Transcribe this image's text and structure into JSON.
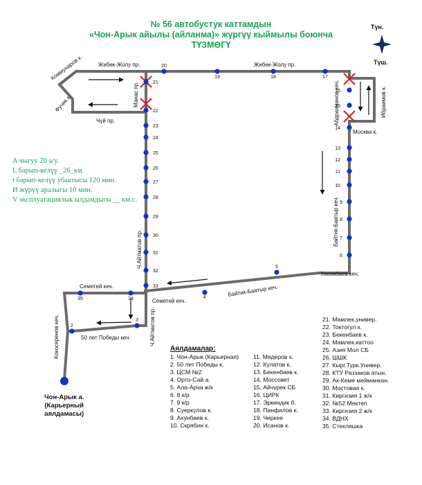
{
  "title": {
    "line1": "№ 56  автобустук каттамдын",
    "line2": "«Чон-Арык айылы (айланма)»  жүргүү кыймылы боюнча",
    "line3": "ТҮЗМӨГҮ"
  },
  "compass": {
    "north": "Түн.",
    "south": "Түш."
  },
  "params": {
    "line1": "A чыгуу 20 а/у.",
    "line2": "L барып-келүү  _26_км.",
    "line3": "t барып-келүү убактысы 120 мин.",
    "line4": "И жүрүү аралыгы  10  мин.",
    "line5": "V эксплуатациялык ылдамдыгы __ км.с."
  },
  "streets": {
    "zhibek_left": "Жибек-Жолу пр.",
    "zhibek_right": "Жибек-Жолу пр.",
    "kommunarov": "Коммунаров к.",
    "fuchik": "Фучик к.",
    "manas": "Манас пр.",
    "chuy": "Чүй пр.",
    "abdrakhmanov": "Абдрахманов кеч.",
    "ibraimov": "Ибраимов к.",
    "moskva": "Москва к.",
    "baytik_vertical": "Байтик-Баатыр кеч.",
    "tokombaev": "Токомбаев кеч.",
    "baytik_diag": "Байтик-Баатыр кеч.",
    "semetey_left": "Семетей кеч.",
    "semetey_right": "Семетей кеч.",
    "aytmatov_upper": "Ч.Айтматов пр.",
    "aytmatov_lower": "Ч.Айтматов пр.",
    "kokserenov": "Кокосеренов кеч.",
    "pobedy": "50 лет Победы кеч."
  },
  "terminal": {
    "line1": "Чон-Арык а.",
    "line2": "(Карьерный",
    "line3": "аялдамасы)"
  },
  "legend": {
    "heading": "Аялдамалар:",
    "col1": [
      "1. Чон-Арык  (Карьерная)",
      "2. 50 лет Победы к.",
      "3. ЦСМ №2",
      "4. Орто-Сай а.",
      "5. Ала-Арча ж/к",
      "6. 8 к/р",
      "7. 9 к/р",
      "8. Суеркулов к.",
      "9. Ахунбаев к.",
      "10. Скрябин к."
    ],
    "col2": [
      "11. Медеров к.",
      "12. Кулатов к.",
      "13. Бекенбаев к.",
      "14. Моссовет",
      "15. Айчүрек СБ",
      "16. ЦИРК",
      "17. Эркиндик б.",
      "18. Панфилов к.",
      "19. Чиркее",
      "20. Исанов к."
    ],
    "col3": [
      "21. Мамлек.универ.",
      "22. Токтогул к.",
      "23. Бекенбаев к.",
      "24. Мамлек.каттоо",
      "25. Азия Мол СБ",
      "26. ШШК",
      "27. Кырг.Турк.Универ.",
      "28. КТУ Раззаков атын.",
      "29. Ак-Кеме мейманкан.",
      "30. Мостовая к.",
      "31. Киргизия 1 ж/к",
      "32. №52 Мектеп",
      "33. Киргизия 2 ж/к",
      "34. ВДНХ",
      "35. Стекляшка"
    ]
  },
  "colors": {
    "route": "#6b6b6b",
    "stop": "#1133cc",
    "cross": "#d22222",
    "title": "#1aa255",
    "arrow": "#111111"
  }
}
